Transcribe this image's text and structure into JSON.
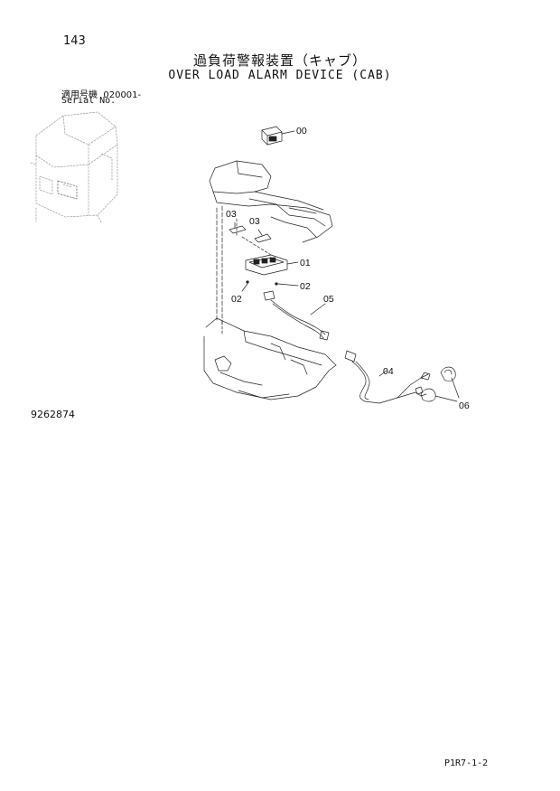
{
  "page_number": "143",
  "title_jp": "過負荷警報装置（キャブ）",
  "title_en": "OVER LOAD ALARM DEVICE (CAB)",
  "serial": {
    "label_jp": "適用号機",
    "value": "020001-",
    "label_en": "Serial No."
  },
  "callouts": {
    "c00": "00",
    "c01": "01",
    "c02a": "02",
    "c02b": "02",
    "c03a": "03",
    "c03b": "03",
    "c04": "04",
    "c05": "05",
    "c06": "06"
  },
  "drawing_number": "9262874",
  "sheet_ref": "P1R7-1-2"
}
